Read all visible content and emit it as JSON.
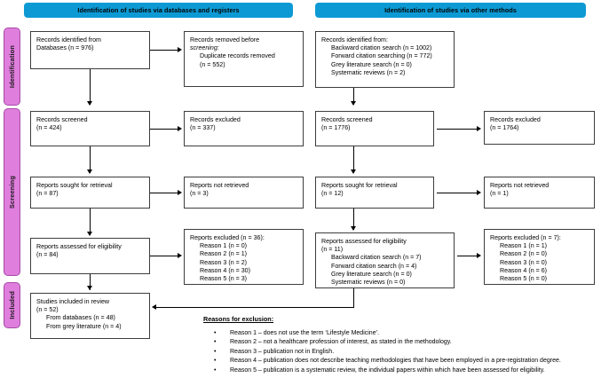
{
  "diagram": {
    "title": "PRISMA 2020 flow diagram",
    "colors": {
      "header": "#0d9ad4",
      "stage": "#e07ede",
      "box_border": "#3d3d3d",
      "text": "#000000"
    }
  },
  "headers": {
    "left": "Identification of studies via databases and registers",
    "right": "Identification of studies via other methods"
  },
  "stages": {
    "identification": "Identification",
    "screening": "Screening",
    "included": "Included"
  },
  "boxes": {
    "records_identified_db": {
      "lines": [
        {
          "text": "Records identified from",
          "indent": false,
          "italic": false
        },
        {
          "text": "Databases (n = 976)",
          "indent": false,
          "italic": false
        }
      ]
    },
    "records_removed": {
      "lines": [
        {
          "text": "Records removed before",
          "indent": false,
          "italic": false
        },
        {
          "text": "screening:",
          "indent": false,
          "italic": true
        },
        {
          "text": "Duplicate records removed",
          "indent": true,
          "italic": false
        },
        {
          "text": "(n = 552)",
          "indent": true,
          "italic": false
        }
      ]
    },
    "records_screened_db": {
      "lines": [
        {
          "text": "Records screened",
          "indent": false,
          "italic": false
        },
        {
          "text": "(n = 424)",
          "indent": false,
          "italic": false
        }
      ]
    },
    "records_excluded_db": {
      "lines": [
        {
          "text": "Records excluded",
          "indent": false,
          "italic": false
        },
        {
          "text": "(n = 337)",
          "indent": false,
          "italic": false
        }
      ]
    },
    "reports_sought_db": {
      "lines": [
        {
          "text": "Reports sought for retrieval",
          "indent": false,
          "italic": false
        },
        {
          "text": "(n = 87)",
          "indent": false,
          "italic": false
        }
      ]
    },
    "reports_not_retrieved_db": {
      "lines": [
        {
          "text": "Reports not retrieved",
          "indent": false,
          "italic": false
        },
        {
          "text": "(n = 3)",
          "indent": false,
          "italic": false
        }
      ]
    },
    "reports_assessed_db": {
      "lines": [
        {
          "text": "Reports assessed for eligibility",
          "indent": false,
          "italic": false
        },
        {
          "text": "(n = 84)",
          "indent": false,
          "italic": false
        }
      ]
    },
    "reports_excluded_db": {
      "lines": [
        {
          "text": "Reports excluded (n = 36):",
          "indent": false,
          "italic": false
        },
        {
          "text": "Reason 1 (n = 0)",
          "indent": true,
          "italic": false
        },
        {
          "text": "Reason 2 (n = 1)",
          "indent": true,
          "italic": false
        },
        {
          "text": "Reason 3 (n = 2)",
          "indent": true,
          "italic": false
        },
        {
          "text": "Reason 4 (n = 30)",
          "indent": true,
          "italic": false
        },
        {
          "text": "Reason 5 (n = 3)",
          "indent": true,
          "italic": false
        }
      ]
    },
    "studies_included": {
      "lines": [
        {
          "text": "Studies included in review",
          "indent": false,
          "italic": false
        },
        {
          "text": "(n = 52)",
          "indent": false,
          "italic": false
        },
        {
          "text": "From databases (n = 48)",
          "indent": true,
          "italic": false
        },
        {
          "text": "From grey literature (n = 4)",
          "indent": true,
          "italic": false
        }
      ]
    },
    "records_identified_other": {
      "lines": [
        {
          "text": "Records identified from:",
          "indent": false,
          "italic": false
        },
        {
          "text": "Backward citation search (n = 1002)",
          "indent": true,
          "italic": false
        },
        {
          "text": "Forward citation searching (n = 772)",
          "indent": true,
          "italic": false
        },
        {
          "text": "Grey literature search (n = 0)",
          "indent": true,
          "italic": false
        },
        {
          "text": "Systematic reviews (n = 2)",
          "indent": true,
          "italic": false
        }
      ]
    },
    "records_screened_other": {
      "lines": [
        {
          "text": "Records screened",
          "indent": false,
          "italic": false
        },
        {
          "text": "(n = 1776)",
          "indent": false,
          "italic": false
        }
      ]
    },
    "records_excluded_other": {
      "lines": [
        {
          "text": "Records excluded",
          "indent": false,
          "italic": false
        },
        {
          "text": "(n = 1764)",
          "indent": false,
          "italic": false
        }
      ]
    },
    "reports_sought_other": {
      "lines": [
        {
          "text": "Reports sought for retrieval",
          "indent": false,
          "italic": false
        },
        {
          "text": "(n = 12)",
          "indent": false,
          "italic": false
        }
      ]
    },
    "reports_not_retrieved_other": {
      "lines": [
        {
          "text": "Reports not retrieved",
          "indent": false,
          "italic": false
        },
        {
          "text": "(n = 1)",
          "indent": false,
          "italic": false
        }
      ]
    },
    "reports_assessed_other": {
      "lines": [
        {
          "text": "Reports assessed for eligibility",
          "indent": false,
          "italic": false
        },
        {
          "text": "(n = 11)",
          "indent": false,
          "italic": false
        },
        {
          "text": "Backward citation search (n = 7)",
          "indent": true,
          "italic": false
        },
        {
          "text": "Forward citation search (n = 4)",
          "indent": true,
          "italic": false
        },
        {
          "text": "Grey literature search (n = 0)",
          "indent": true,
          "italic": false
        },
        {
          "text": "Systematic reviews (n = 0)",
          "indent": true,
          "italic": false
        }
      ]
    },
    "reports_excluded_other": {
      "lines": [
        {
          "text": "Reports excluded (n = 7):",
          "indent": false,
          "italic": false
        },
        {
          "text": "Reason 1 (n = 1)",
          "indent": true,
          "italic": false
        },
        {
          "text": "Reason 2 (n = 0)",
          "indent": true,
          "italic": false
        },
        {
          "text": "Reason 3 (n = 0)",
          "indent": true,
          "italic": false
        },
        {
          "text": "Reason 4 (n = 6)",
          "indent": true,
          "italic": false
        },
        {
          "text": "Reason 5 (n = 0)",
          "indent": true,
          "italic": false
        }
      ]
    }
  },
  "reasons": {
    "title": "Reasons for exclusion:",
    "bullet": "•",
    "items": [
      "Reason 1 – does not use the term ‘Lifestyle Medicine’.",
      "Reason 2 – not a healthcare profession of interest, as stated in the methodology.",
      "Reason 3 – publication not in English.",
      "Reason 4 – publication does not describe teaching methodologies that have been employed in a pre-registration degree.",
      "Reason 5 – publication is a systematic review, the individual papers within which have been assessed for eligibility."
    ]
  }
}
